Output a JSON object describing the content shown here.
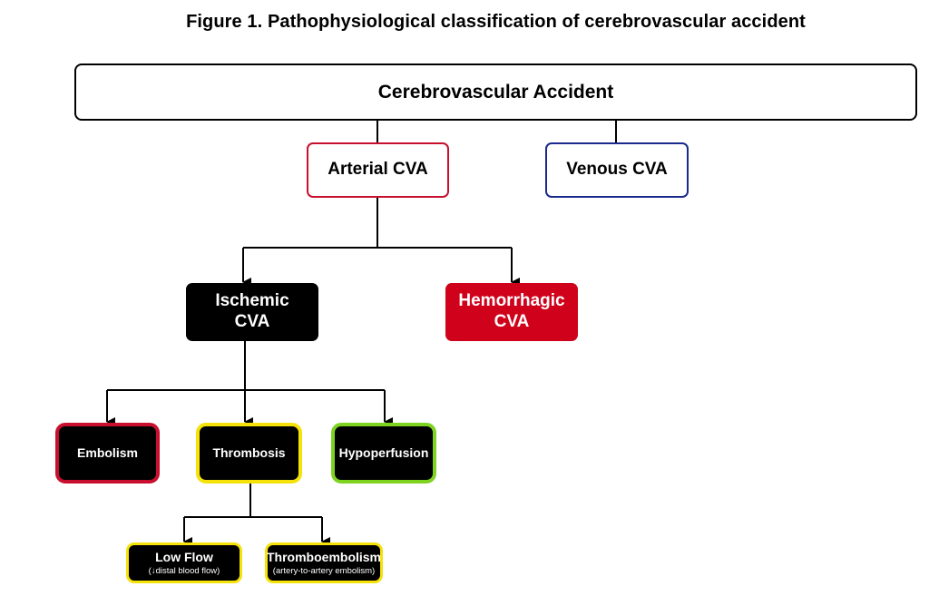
{
  "title": "Figure 1. Pathophysiological classification of cerebrovascular accident",
  "root": "Cerebrovascular Accident",
  "level1": {
    "arterial": "Arterial CVA",
    "venous": "Venous CVA"
  },
  "level2": {
    "ischemic_line1": "Ischemic",
    "ischemic_line2": "CVA",
    "hemorrhagic_line1": "Hemorrhagic",
    "hemorrhagic_line2": "CVA"
  },
  "mechanisms": {
    "embolism": "Embolism",
    "thrombosis": "Thrombosis",
    "hypoperfusion": "Hypoperfusion"
  },
  "thrombosis_subtypes": {
    "low_flow": "Low Flow",
    "low_flow_note": "(↓distal blood flow)",
    "thromboembolism": "Thromboembolism",
    "thromboembolism_note": "(artery-to-artery embolism)"
  },
  "colors": {
    "arterial_border": "#c8102e",
    "venous_border": "#1a2a8a",
    "ischemic_fill": "#000000",
    "hemorrhagic_fill": "#d0021b",
    "embolism_border": "#c8102e",
    "thrombosis_border": "#f5e20a",
    "hypoperfusion_border": "#7ed321"
  }
}
